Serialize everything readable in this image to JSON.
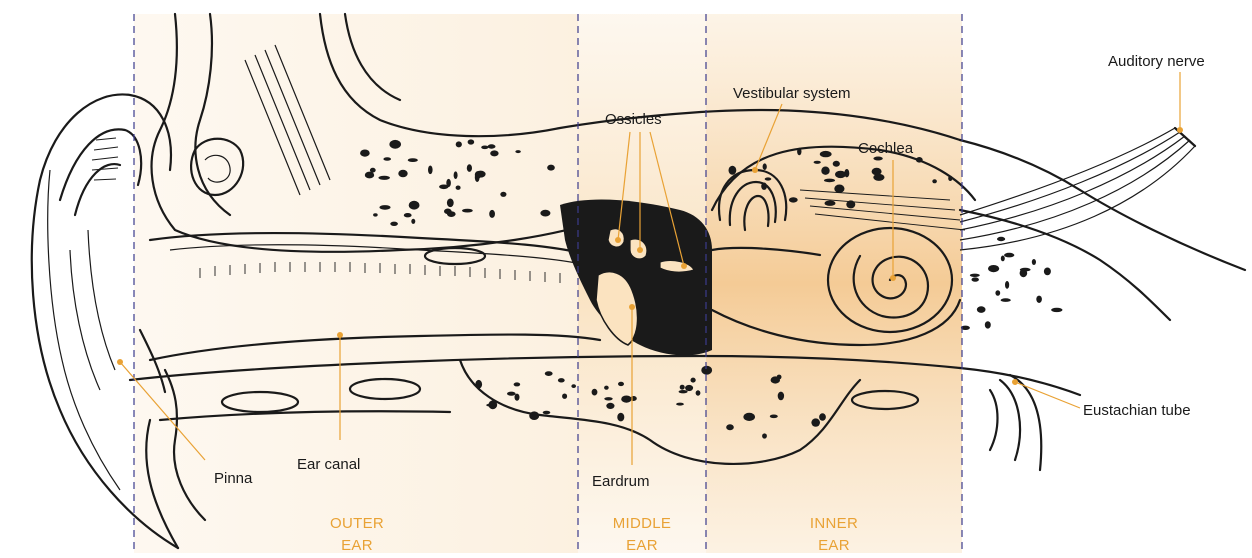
{
  "labels": {
    "pinna": "Pinna",
    "ear_canal": "Ear canal",
    "ossicles": "Ossicles",
    "eardrum": "Eardrum",
    "vestibular_system": "Vestibular system",
    "cochlea": "Cochlea",
    "auditory_nerve": "Auditory nerve",
    "eustachian_tube": "Eustachian tube"
  },
  "zones": {
    "outer": [
      "OUTER",
      "EAR"
    ],
    "middle": [
      "MIDDLE",
      "EAR"
    ],
    "inner": [
      "INNER",
      "EAR"
    ]
  },
  "colors": {
    "leader": "#e9a235",
    "zone_text": "#e9a235",
    "divider": "#3b3b8c",
    "shade": "#f7d9ae",
    "ink": "#1a1a1a"
  }
}
